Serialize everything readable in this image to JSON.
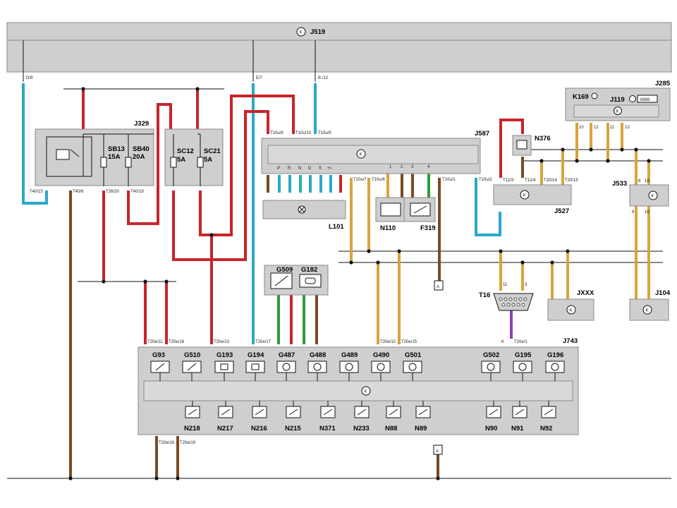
{
  "ground_symbol": "K",
  "bus_controller": "J519",
  "components": {
    "j329": "J329",
    "sb13": "SB13",
    "sb13_rating": "15A",
    "sb40": "SB40",
    "sb40_rating": "20A",
    "sc12": "SC12",
    "sc12_rating": "5A",
    "sc21": "SC21",
    "sc21_rating": "5A",
    "j587": "J587",
    "l101": "L101",
    "n110": "N110",
    "f319": "F319",
    "k169": "K169",
    "j119": "J119",
    "j119_display": "8888",
    "j285": "J285",
    "n376": "N376",
    "j527": "J527",
    "j533": "J533",
    "jxxx": "JXXX",
    "j104": "J104",
    "t16": "T16",
    "g509": "G509",
    "g182": "G182",
    "j743": "J743",
    "ref_a": "A"
  },
  "selector_positions": [
    "P",
    "R",
    "N",
    "D",
    "S",
    "+/-"
  ],
  "f319_pins": [
    "1",
    "2",
    "3",
    "4"
  ],
  "j743_sensors": [
    "G93",
    "G510",
    "G193",
    "G194",
    "G487",
    "G488",
    "G489",
    "G490",
    "G501",
    "G502",
    "G195",
    "G196"
  ],
  "j743_valves": [
    "N218",
    "N217",
    "N216",
    "N215",
    "N371",
    "N233",
    "N88",
    "N89",
    "N90",
    "N91",
    "N92"
  ],
  "pins": {
    "d9": "D/9",
    "e7": "E/7",
    "b12": "B /12",
    "t40_15": "T40/15",
    "t40_6": "T40/6",
    "t26_20": "T26/20",
    "t40_19": "T40/19",
    "t10u9": "T10u/9",
    "t10u10": "T10u/10",
    "t10u5": "T10u/5",
    "t10u7": "T10u/7",
    "t10u8": "T10u/8",
    "t10u1": "T10u/1",
    "t10u2": "T10u/2",
    "t12_3": "T12/3",
    "t12_4": "T12/4",
    "t20_14": "T20/14",
    "t20_15": "T20/15",
    "j285_pins": [
      "10",
      "12",
      "11",
      "13"
    ],
    "j533_pins": [
      "8",
      "18",
      "6",
      "16"
    ],
    "t16_pins": [
      "11",
      "3"
    ],
    "k_lbl": "K",
    "t20e1": "T20e/1",
    "t20e11": "T20e/11",
    "t20e18": "T20e/18",
    "t20e13": "T20e/13",
    "t20e17": "T20e/17",
    "t20e10": "T20e/10",
    "t20e15": "T20e/15",
    "t20e16": "T20e/16",
    "t20e19": "T20e/19"
  },
  "colors": {
    "red": "#c8242b",
    "blue": "#2aa8c9",
    "brown": "#7a4a22",
    "yellow": "#d6a53c",
    "green": "#2f9a3a",
    "violet": "#8a3fc0",
    "box": "#cfcfcf"
  }
}
